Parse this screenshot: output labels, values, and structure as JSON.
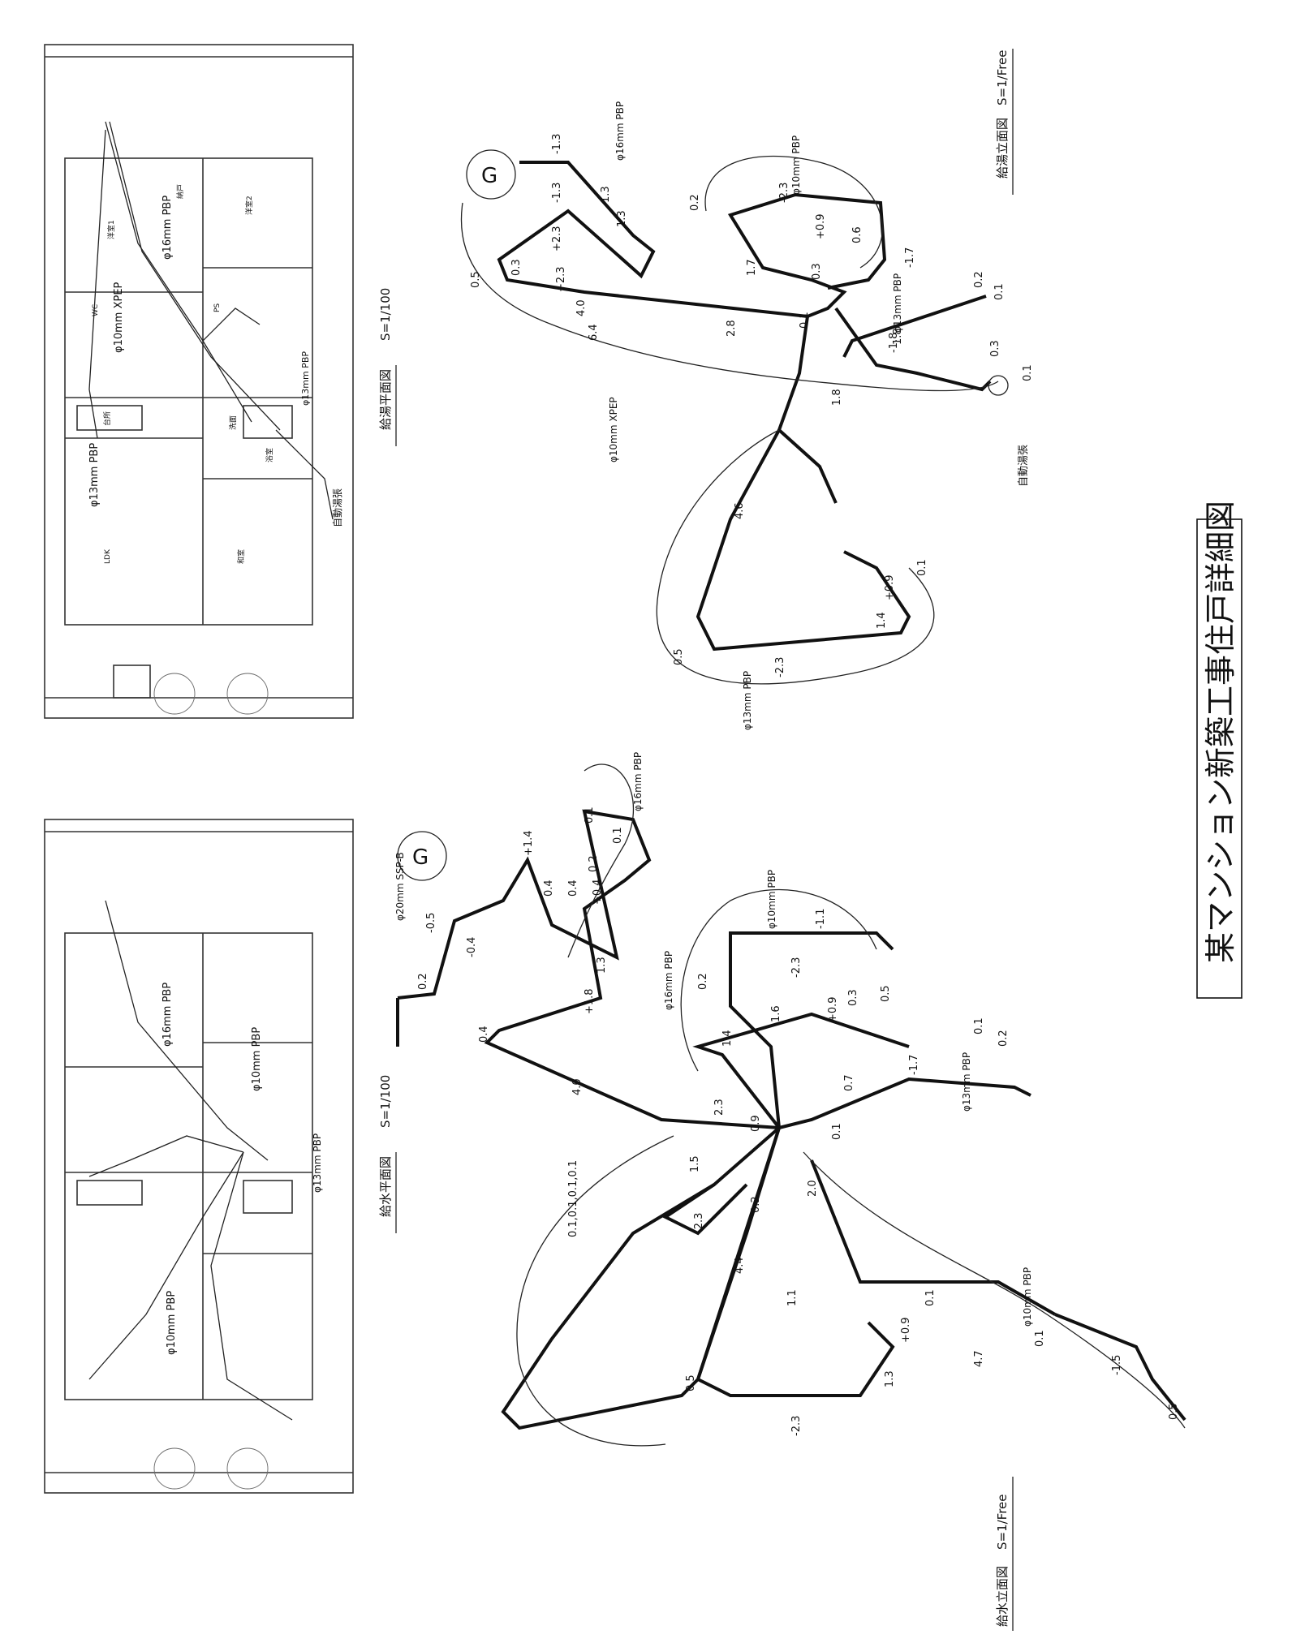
{
  "sheet_title": "某マンション新築工事住戸詳細図",
  "drawings": {
    "hot_plan": {
      "title": "給湯平面図",
      "scale": "S=1/100",
      "labels": [
        "φ16mm PBP",
        "φ10mm XPEP",
        "φ13mm PBP",
        "φ13mm PBP",
        "自動湯張"
      ]
    },
    "water_plan": {
      "title": "給水平面図",
      "scale": "S=1/100",
      "labels": [
        "φ16mm PBP",
        "φ10mm PBP",
        "φ13mm PBP",
        "φ10mm PBP"
      ]
    },
    "hot_elev": {
      "title": "給湯立面図",
      "scale": "S=1/Free",
      "pipe_labels": [
        "φ16mm PBP",
        "φ10mm PBP",
        "φ13mm PBP",
        "φ10mm XPEP",
        "φ13mm PBP"
      ],
      "auto_fill": "自動湯張",
      "dims": [
        "-1.3",
        "-1.3",
        "1.3",
        "1.3",
        "+2.3",
        "+2.3",
        "0.3",
        "0.5",
        "4.0",
        "6.4",
        "2.8",
        "1.8",
        "1.8",
        "0.1",
        "-1.8",
        "4.6",
        "0.5",
        "-2.3",
        "1.4",
        "+0.9",
        "0.1",
        "0.2",
        "-2.3",
        "+0.9",
        "0.6",
        "0.3",
        "-1.7",
        "0.2",
        "0.1",
        "0.3",
        "0.1",
        "1.7"
      ]
    },
    "water_elev": {
      "title": "給水立面図",
      "scale": "S=1/Free",
      "pipe_labels": [
        "φ20mm SSP-B",
        "φ16mm PBP",
        "φ16mm PBP",
        "φ10mm PBP",
        "φ13mm PBP",
        "φ10mm PBP"
      ],
      "dims": [
        "+1.4",
        "0.1",
        "0.1",
        "0.2",
        "0.4",
        "0.4",
        "+0.4",
        "-0.5",
        "-0.4",
        "0.2",
        "1.3",
        "+1.8",
        "0.4",
        "4.0",
        "2.3",
        "0.9",
        "1.4",
        "1.6",
        "0.2",
        "-1.1",
        "-2.3",
        "+0.9",
        "0.3",
        "0.5",
        "0.7",
        "-1.7",
        "0.1",
        "0.2",
        "0.1",
        "2.0",
        "1.5",
        "-2.3",
        "0.2",
        "0.1,0.1,0.1,0.1",
        "4.4",
        "1.1",
        "+0.9",
        "0.1",
        "0.5",
        "-2.3",
        "1.3",
        "4.7",
        "0.1",
        "-1.5",
        "0.5"
      ]
    }
  },
  "room_labels": [
    "LDK",
    "和室",
    "洋室1",
    "洋室2",
    "納戸",
    "浴室",
    "洗面",
    "WC",
    "台所",
    "PS"
  ]
}
